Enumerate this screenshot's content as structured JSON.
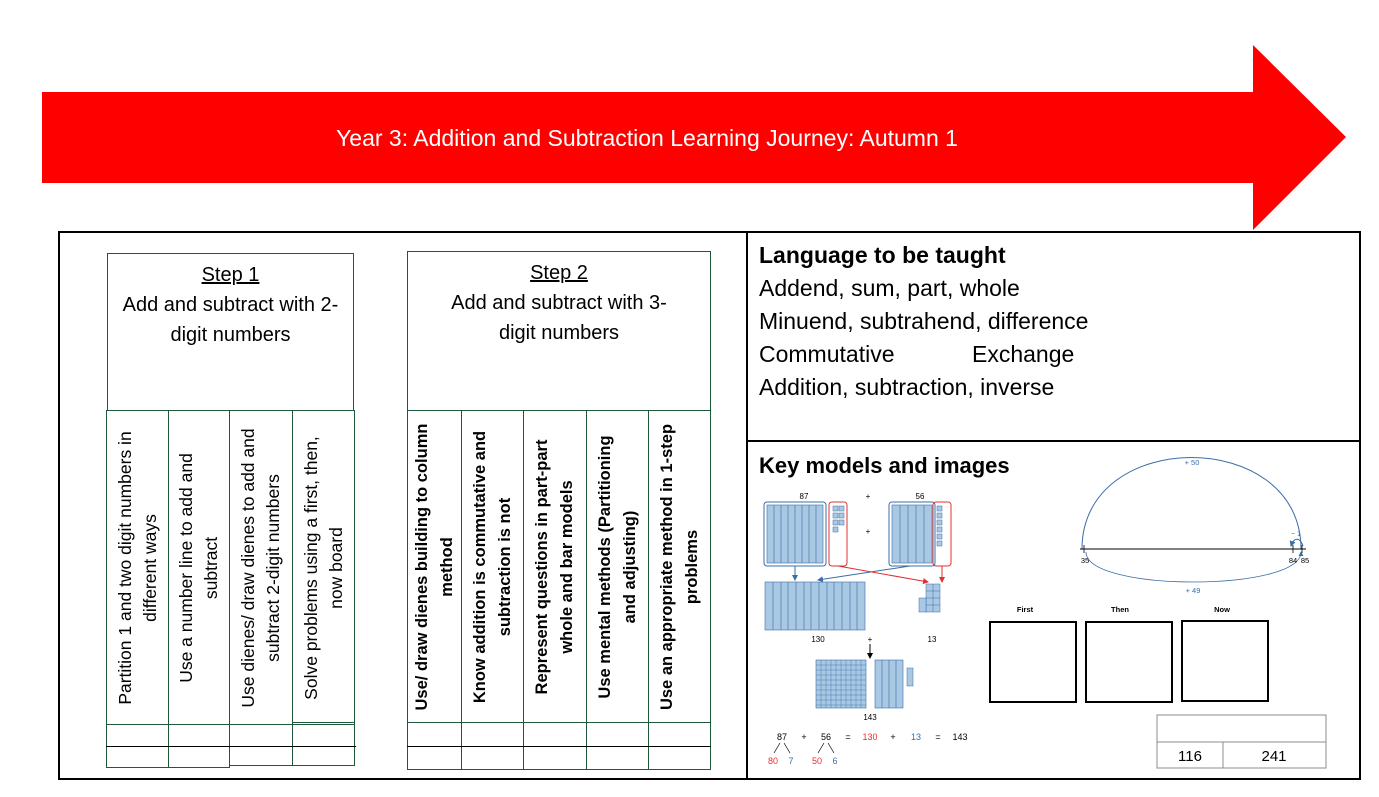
{
  "banner": {
    "title": "Year 3: Addition and Subtraction Learning Journey: Autumn 1",
    "color": "#ff0000"
  },
  "step1": {
    "title": "Step 1",
    "subtitle": "Add and subtract with 2-digit numbers",
    "columns": [
      "Partition 1 and two digit numbers in different ways",
      "Use a number line to add and subtract",
      "Use dienes/ draw dienes to add and subtract 2-digit numbers",
      "Solve problems using a first, then, now board"
    ]
  },
  "step2": {
    "title": "Step 2",
    "subtitle": "Add and subtract with 3-digit numbers",
    "columns": [
      "Use/ draw dienes building to column method",
      "Know addition is commutative and subtraction is not",
      "Represent questions in part-part whole and bar models",
      "Use mental methods (Partitioning and adjusting)",
      "Use an appropriate method in 1-step problems"
    ]
  },
  "language": {
    "heading": "Language to be taught",
    "line1": "Addend, sum, part, whole",
    "line2": "Minuend, subtrahend, difference",
    "line3a": "Commutative",
    "line3b": "Exchange",
    "line4": "Addition, subtraction, inverse"
  },
  "models": {
    "heading": "Key models and images",
    "dienes": {
      "a": "87",
      "plus1": "+",
      "b": "56",
      "plus2": "+",
      "ten_sum": "130",
      "plus3": "+",
      "one_sum": "13",
      "total": "143"
    },
    "equation": {
      "a": "87",
      "op1": "+",
      "b": "56",
      "eq1": "=",
      "c": "130",
      "op2": "+",
      "d": "13",
      "eq2": "=",
      "e": "143",
      "a_tens": "80",
      "a_ones": "7",
      "b_tens": "50",
      "b_ones": "6"
    },
    "number_line": {
      "top_label": "+ 50",
      "bottom_label": "+ 49",
      "small_label": "− 1",
      "start": "35",
      "mid": "84",
      "end": "85"
    },
    "ftn": {
      "first": "First",
      "then": "Then",
      "now": "Now"
    },
    "bar": {
      "left": "116",
      "right": "241"
    }
  }
}
